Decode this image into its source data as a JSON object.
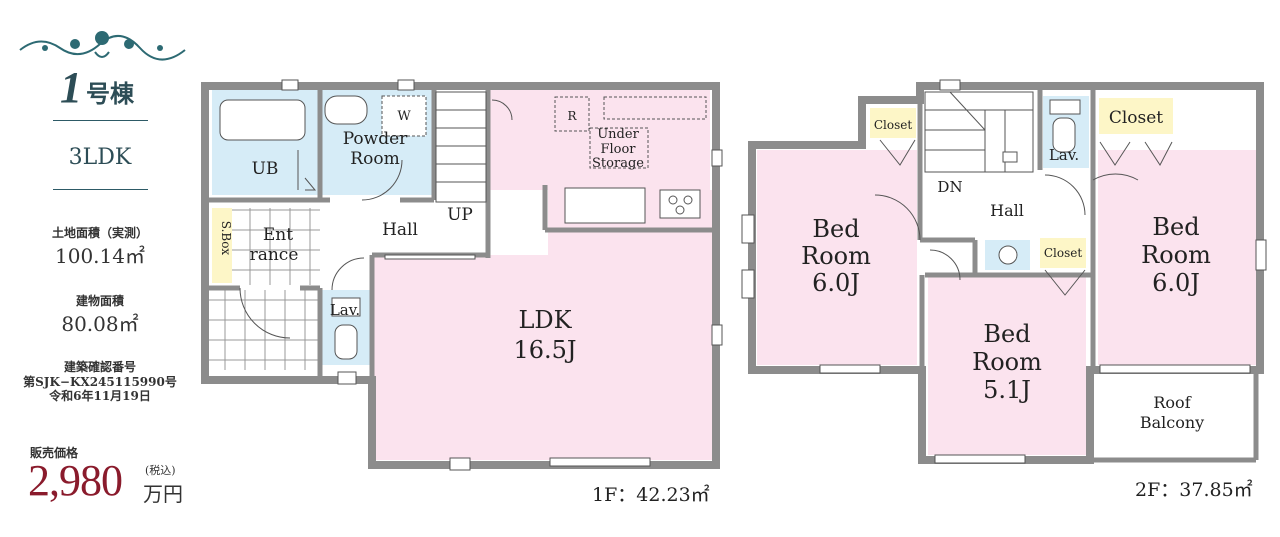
{
  "building": {
    "number": "1",
    "suffix": "号棟",
    "layout": "3LDK"
  },
  "land_area": {
    "label": "土地面積（実測）",
    "value": "100.14",
    "unit": "㎡"
  },
  "building_area": {
    "label": "建物面積",
    "value": "80.08",
    "unit": "㎡"
  },
  "confirmation": {
    "label": "建築確認番号",
    "number": "第SJK−KX245115990号",
    "date": "令和6年11月19日"
  },
  "price": {
    "label": "販売価格",
    "value": "2,980",
    "tax": "(税込)",
    "unit": "万円"
  },
  "floor1": {
    "area_label": "1F：42.23㎡",
    "rooms": {
      "ub": "UB",
      "powder_1": "Powder",
      "powder_2": "Room",
      "w": "W",
      "sbox": "S.Box",
      "entrance_1": "Ent",
      "entrance_2": "rance",
      "hall": "Hall",
      "up": "UP",
      "lav": "Lav.",
      "r": "R",
      "under_1": "Under",
      "under_2": "Floor",
      "under_3": "Storage",
      "ldk_1": "LDK",
      "ldk_2": "16.5J"
    }
  },
  "floor2": {
    "area_label": "2F：37.85㎡",
    "rooms": {
      "closet_left": "Closet",
      "closet_right": "Closet",
      "closet_mid": "Closet",
      "lav": "Lav.",
      "dn": "DN",
      "hall": "Hall",
      "bed_left_1": "Bed",
      "bed_left_2": "Room",
      "bed_left_3": "6.0J",
      "bed_right_1": "Bed",
      "bed_right_2": "Room",
      "bed_right_3": "6.0J",
      "bed_center_1": "Bed",
      "bed_center_2": "Room",
      "bed_center_3": "5.1J",
      "roof_1": "Roof",
      "roof_2": "Balcony"
    }
  },
  "colors": {
    "accent": "#2d4d56",
    "price": "#8a1b2c",
    "bedroom": "#fbe3ee",
    "wet": "#d6ecf7",
    "closet": "#fdf6c7",
    "wall": "#8c8c8c"
  }
}
